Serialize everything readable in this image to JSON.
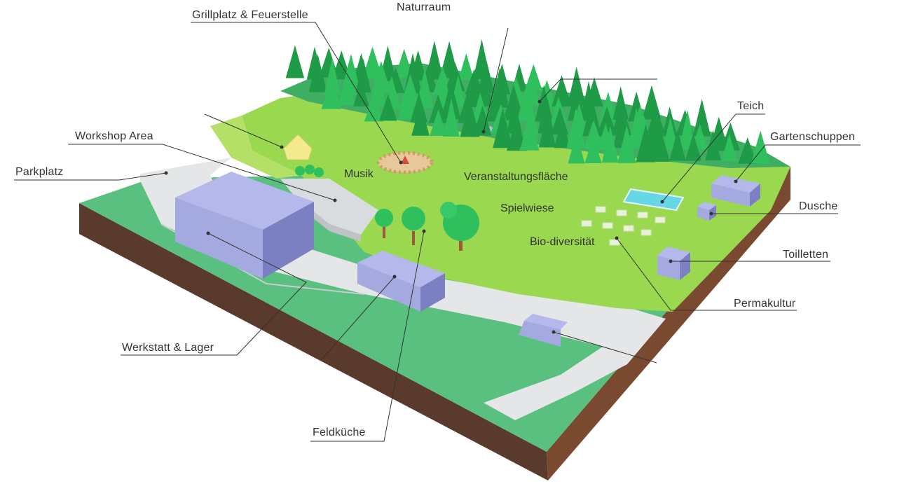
{
  "labels": {
    "naturraum": "Naturraum",
    "grillplatz": "Grillplatz & Feuerstelle",
    "workshop": "Workshop Area",
    "parkplatz": "Parkplatz",
    "teich": "Teich",
    "gartenschuppen": "Gartenschuppen",
    "dusche": "Dusche",
    "toilletten": "Toilletten",
    "permakultur": "Permakultur",
    "werkstatt": "Werkstatt & Lager",
    "feldkueche": "Feldküche"
  },
  "area_labels": {
    "musik": "Musik",
    "veranstaltung": "Veranstaltungsfläche",
    "spielwiese": "Spielwiese",
    "biodiversitaet": "Bio-diversität"
  },
  "colors": {
    "meadow": "#9ad94f",
    "meadow_light": "#b4e068",
    "lawn": "#59c07f",
    "soil_front": "#5b3a2e",
    "soil_right": "#7a4a30",
    "path": "#e4e6e8",
    "tree": "#2fbf5d",
    "tree_dark": "#1f9a47",
    "building": "#a4a9e0",
    "building_side": "#7b80c2",
    "trunk": "#9b5a3a"
  }
}
